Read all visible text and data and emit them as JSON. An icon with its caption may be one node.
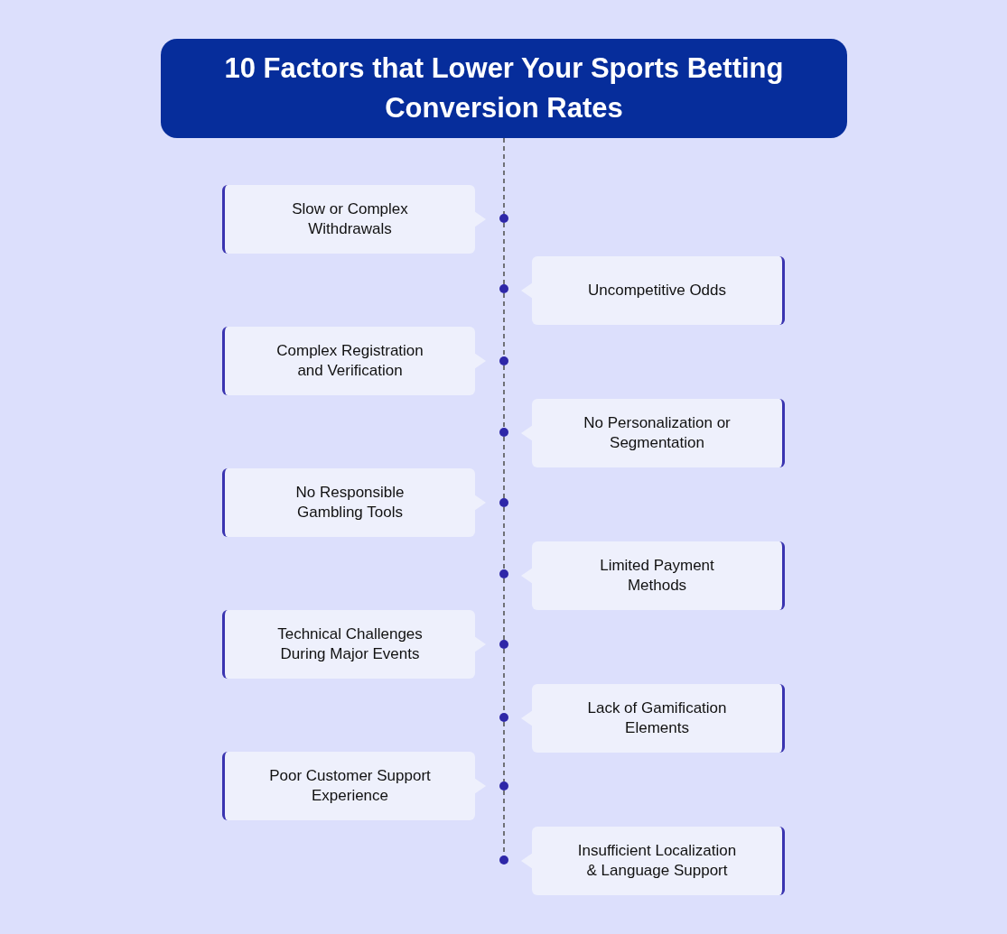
{
  "diagram": {
    "nodes": [
      {
        "text": [
          "10 Factors that Lower Your Sports Betting Conversion Rates"
        ]
      },
      {
        "text": [
          "Slow or Complex Withdrawals"
        ]
      },
      {
        "text": [
          "Uncompetitive Odds"
        ]
      },
      {
        "text": [
          "Complex Registration and Verification"
        ]
      },
      {
        "text": [
          "No Personalization or Segmentation"
        ]
      },
      {
        "text": [
          "No Responsible Gambling Tools"
        ]
      },
      {
        "text": [
          "Limited Payment Methods"
        ]
      },
      {
        "text": [
          "Technical Challenges During Major Events"
        ]
      },
      {
        "text": [
          "Lack of Gamification Elements"
        ]
      },
      {
        "text": [
          "Poor Customer Support Experience"
        ]
      },
      {
        "text": [
          "Insufficient Localization & Language Support"
        ]
      },
      {
        "text": [],
        "shape": "circle"
      },
      {
        "text": [],
        "shape": "circle"
      },
      {
        "text": [],
        "shape": "circle"
      },
      {
        "text": [],
        "shape": "circle"
      },
      {
        "text": [],
        "shape": "circle"
      },
      {
        "text": [],
        "shape": "circle"
      },
      {
        "text": [],
        "shape": "circle"
      },
      {
        "text": [],
        "shape": "circle"
      },
      {
        "text": [],
        "shape": "circle"
      },
      {
        "text": [],
        "shape": "circle"
      }
    ],
    "edges": [
      {
        "from": 0,
        "to": 11,
        "arrow": "none",
        "style": "dashed"
      },
      {
        "from": 11,
        "to": 12,
        "arrow": "none",
        "style": "dashed"
      },
      {
        "from": 12,
        "to": 13,
        "arrow": "none",
        "style": "dashed"
      },
      {
        "from": 13,
        "to": 14,
        "arrow": "none",
        "style": "dashed"
      },
      {
        "from": 14,
        "to": 15,
        "arrow": "none",
        "style": "dashed"
      },
      {
        "from": 15,
        "to": 16,
        "arrow": "none",
        "style": "dashed"
      },
      {
        "from": 16,
        "to": 17,
        "arrow": "none",
        "style": "dashed"
      },
      {
        "from": 17,
        "to": 18,
        "arrow": "none",
        "style": "dashed"
      },
      {
        "from": 18,
        "to": 19,
        "arrow": "none",
        "style": "dashed"
      },
      {
        "from": 19,
        "to": 20,
        "arrow": "none",
        "style": "dashed"
      }
    ]
  }
}
